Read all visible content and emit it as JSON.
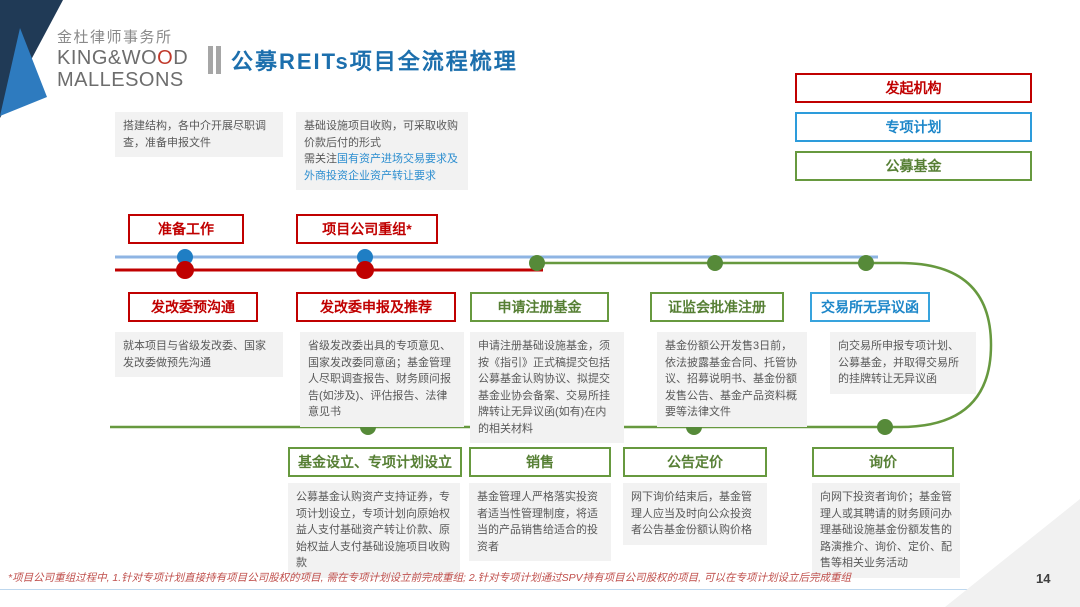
{
  "logo": {
    "name_cn": "金杜律师事务所",
    "en_pre": "KING&WO",
    "en_o": "O",
    "en_post": "D",
    "en_line2": "MALLESONS"
  },
  "title": "公募REITs项目全流程梳理",
  "legend": {
    "sponsor": "发起机构",
    "special_plan": "专项计划",
    "public_fund": "公募基金"
  },
  "prep_notes": {
    "structure": "搭建结构，各中介开展尽职调查，准备申报文件",
    "acquisition_line1": "基础设施项目收购，可采取收购价款后付的形式",
    "acquisition_prefix": "需关注",
    "acquisition_highlight": "国有资产进场交易要求及外商投资企业资产转让要求"
  },
  "stages_top": {
    "prep": "准备工作",
    "restructure": "项目公司重组*"
  },
  "stages_mid": {
    "ndrc_precomm": {
      "label": "发改委预沟通",
      "note": "就本项目与省级发改委、国家发改委做预先沟通"
    },
    "ndrc_filing": {
      "label": "发改委申报及推荐",
      "note": "省级发改委出具的专项意见、国家发改委同意函；基金管理人尽职调查报告、财务顾问报告(如涉及)、评估报告、法律意见书"
    },
    "fund_registration": {
      "label": "申请注册基金",
      "note": "申请注册基础设施基金，须按《指引》正式稿提交包括公募基金认购协议、拟提交基金业协会备案、交易所挂牌转让无异议函(如有)在内的相关材料"
    },
    "csrc_approval": {
      "label": "证监会批准注册",
      "note": "基金份额公开发售3日前，依法披露基金合同、托管协议、招募说明书、基金份额发售公告、基金产品资料概要等法律文件"
    },
    "exchange_letter": {
      "label": "交易所无异议函",
      "note": "向交易所申报专项计划、公募基金，并取得交易所的挂牌转让无异议函"
    }
  },
  "stages_bottom": {
    "fund_setup": {
      "label": "基金设立、专项计划设立",
      "note": "公募基金认购资产支持证券，专项计划设立，专项计划向原始权益人支付基础资产转让价款、原始权益人支付基础设施项目收购款"
    },
    "sales": {
      "label": "销售",
      "note": "基金管理人严格落实投资者适当性管理制度，将适当的产品销售给适合的投资者"
    },
    "pricing_announcement": {
      "label": "公告定价",
      "note": "网下询价结束后，基金管理人应当及时向公众投资者公告基金份额认购价格"
    },
    "inquiry": {
      "label": "询价",
      "note": "向网下投资者询价；基金管理人或其聘请的财务顾问办理基础设施基金份额发售的路演推介、询价、定价、配售等相关业务活动"
    }
  },
  "footnote": "*项目公司重组过程中, 1.针对专项计划直接持有项目公司股权的项目, 需在专项计划设立前完成重组; 2.针对专项计划通过SPV持有项目公司股权的项目, 可以在专项计划设立后完成重组",
  "page_number": "14",
  "colors": {
    "sponsor_red": "#c00000",
    "special_plan_blue": "#2d9cdb",
    "public_fund_green": "#67993f",
    "title_blue": "#1c6fad",
    "timeline_light_blue": "#8eb4e3",
    "note_highlight_blue": "#2e8fd0",
    "note_background": "#f2f2f2"
  }
}
